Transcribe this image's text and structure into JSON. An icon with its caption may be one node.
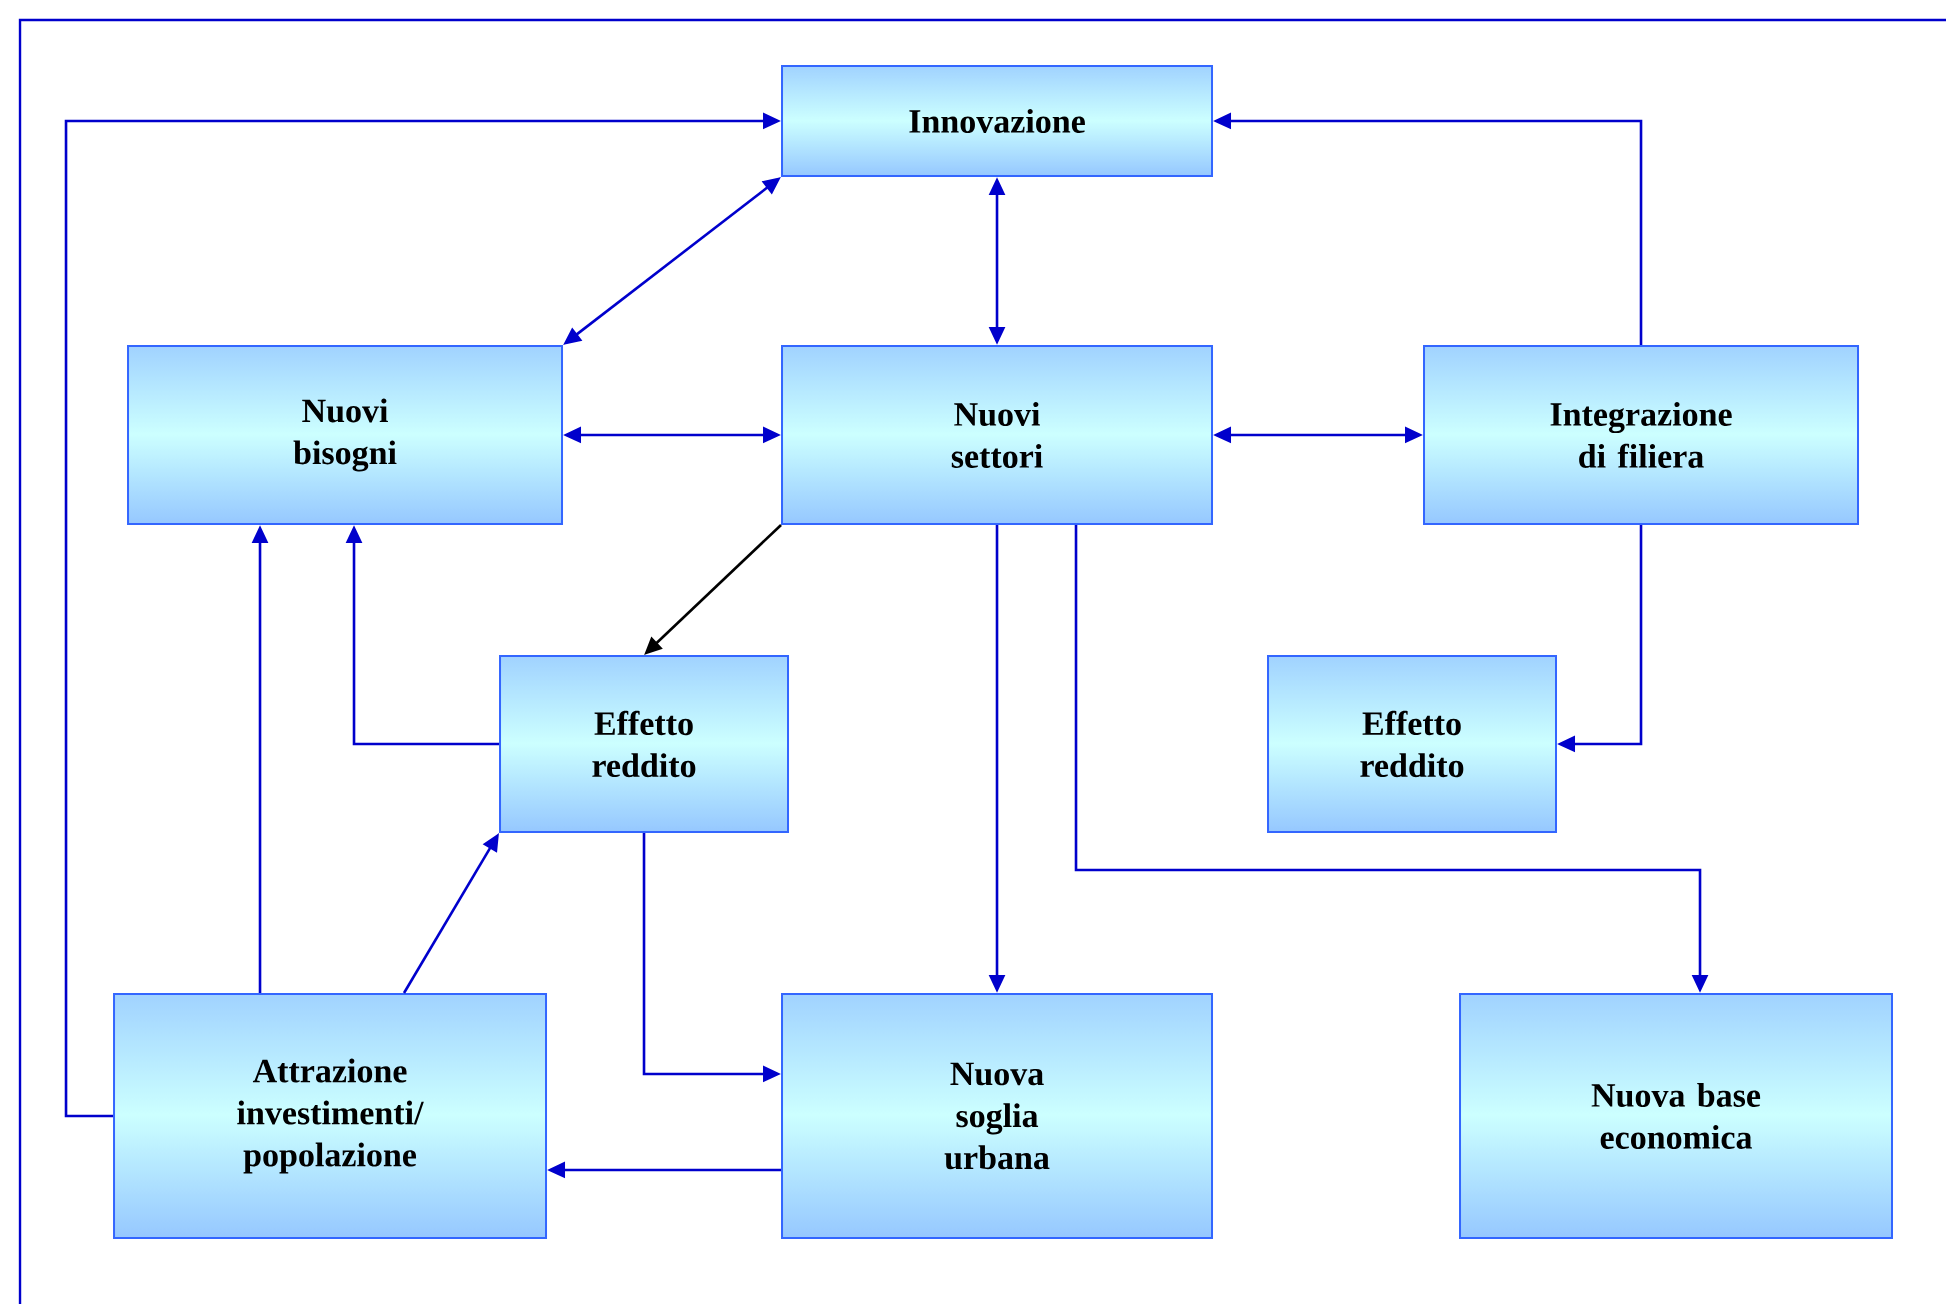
{
  "diagram": {
    "nodes": [
      {
        "text": [
          "Innovazione"
        ]
      },
      {
        "text": [
          "Nuovi bisogni"
        ]
      },
      {
        "text": [
          "Nuovi settori"
        ]
      },
      {
        "text": [
          "Integrazione di filiera"
        ]
      },
      {
        "text": [
          "Effetto reddito"
        ]
      },
      {
        "text": [
          "Effetto reddito"
        ]
      },
      {
        "text": [
          "Attrazione investimenti/ popolazione"
        ]
      },
      {
        "text": [
          "Nuova soglia urbana"
        ]
      },
      {
        "text": [
          "Nuova base economica"
        ]
      }
    ],
    "edges": [
      {
        "from": 6,
        "to": 0,
        "arrow": "to"
      },
      {
        "from": 3,
        "to": 0,
        "arrow": "to"
      },
      {
        "from": 0,
        "to": 1,
        "arrow": "both"
      },
      {
        "from": 0,
        "to": 2,
        "arrow": "both"
      },
      {
        "from": 1,
        "to": 2,
        "arrow": "both"
      },
      {
        "from": 2,
        "to": 3,
        "arrow": "both"
      },
      {
        "from": 2,
        "to": 4,
        "arrow": "to",
        "color": "#000000"
      },
      {
        "from": 4,
        "to": 1,
        "arrow": "to"
      },
      {
        "from": 6,
        "to": 1,
        "arrow": "to"
      },
      {
        "from": 6,
        "to": 4,
        "arrow": "to"
      },
      {
        "from": 4,
        "to": 7,
        "arrow": "to"
      },
      {
        "from": 2,
        "to": 7,
        "arrow": "to"
      },
      {
        "from": 2,
        "to": 8,
        "arrow": "to"
      },
      {
        "from": 3,
        "to": 5,
        "arrow": "to"
      },
      {
        "from": 7,
        "to": 6,
        "arrow": "to"
      }
    ]
  }
}
